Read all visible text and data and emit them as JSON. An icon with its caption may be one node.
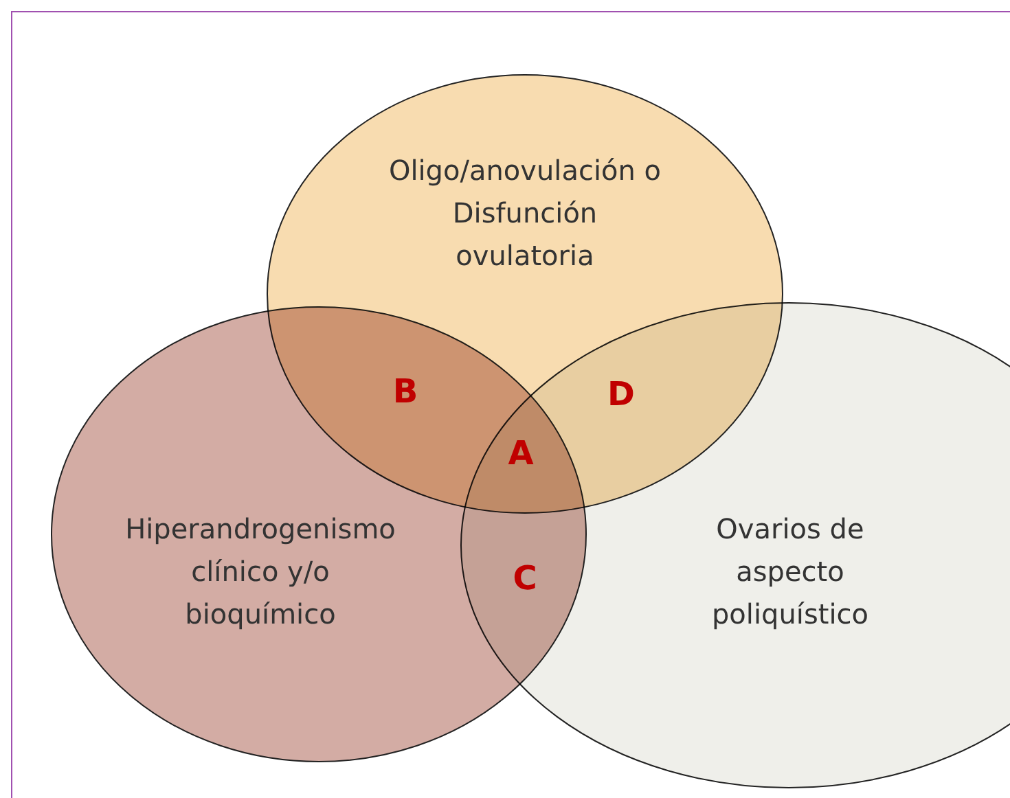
{
  "diagram": {
    "nodes": [
      {
        "text": [
          "Oligo/anovulación o Disfunción ovulatoria"
        ]
      },
      {
        "text": [
          "Hiperandrogenismo clínico y/o bioquímico"
        ]
      },
      {
        "text": [
          "Ovarios de aspecto poliquístico"
        ]
      }
    ],
    "labels": [
      "B",
      "D",
      "A",
      "C"
    ]
  }
}
